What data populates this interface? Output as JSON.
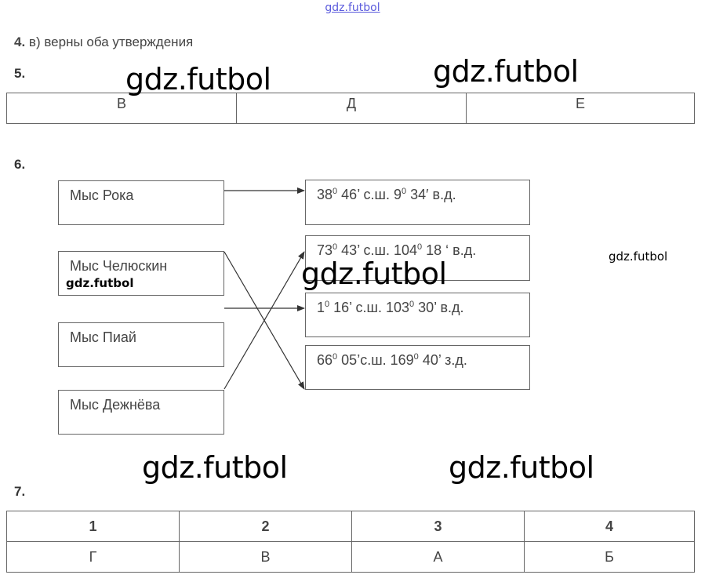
{
  "header": {
    "site_link": "gdz.futbol"
  },
  "watermarks": {
    "big": [
      "gdz.futbol",
      "gdz.futbol",
      "gdz.futbol",
      "gdz.futbol",
      "gdz.futbol"
    ],
    "small": [
      "gdz.futbol",
      "gdz.futbol"
    ]
  },
  "q4": {
    "num": "4.",
    "text": "в) верны оба утверждения"
  },
  "q5": {
    "num": "5.",
    "cells": [
      "В",
      "Д",
      "Е"
    ]
  },
  "q6": {
    "num": "6.",
    "capes": [
      "Мыс Рока",
      "Мыс Челюскин",
      "Мыс Пиай",
      "Мыс Дежнёва"
    ],
    "coords": [
      {
        "a": "38",
        "b": "46’ с.ш. 9",
        "c": "34′ в.д."
      },
      {
        "a": "73",
        "b": "43’ с.ш. 104",
        "c": "18 ‘ в.д."
      },
      {
        "a": "1",
        "b": "16’ с.ш. 103",
        "c": "30’ в.д."
      },
      {
        "a": "66",
        "b": "05’с.ш. 169",
        "c": "40’ з.д."
      }
    ],
    "degree_mark": "0"
  },
  "q7": {
    "num": "7.",
    "headers": [
      "1",
      "2",
      "3",
      "4"
    ],
    "answers": [
      "Г",
      "В",
      "А",
      "Б"
    ]
  }
}
